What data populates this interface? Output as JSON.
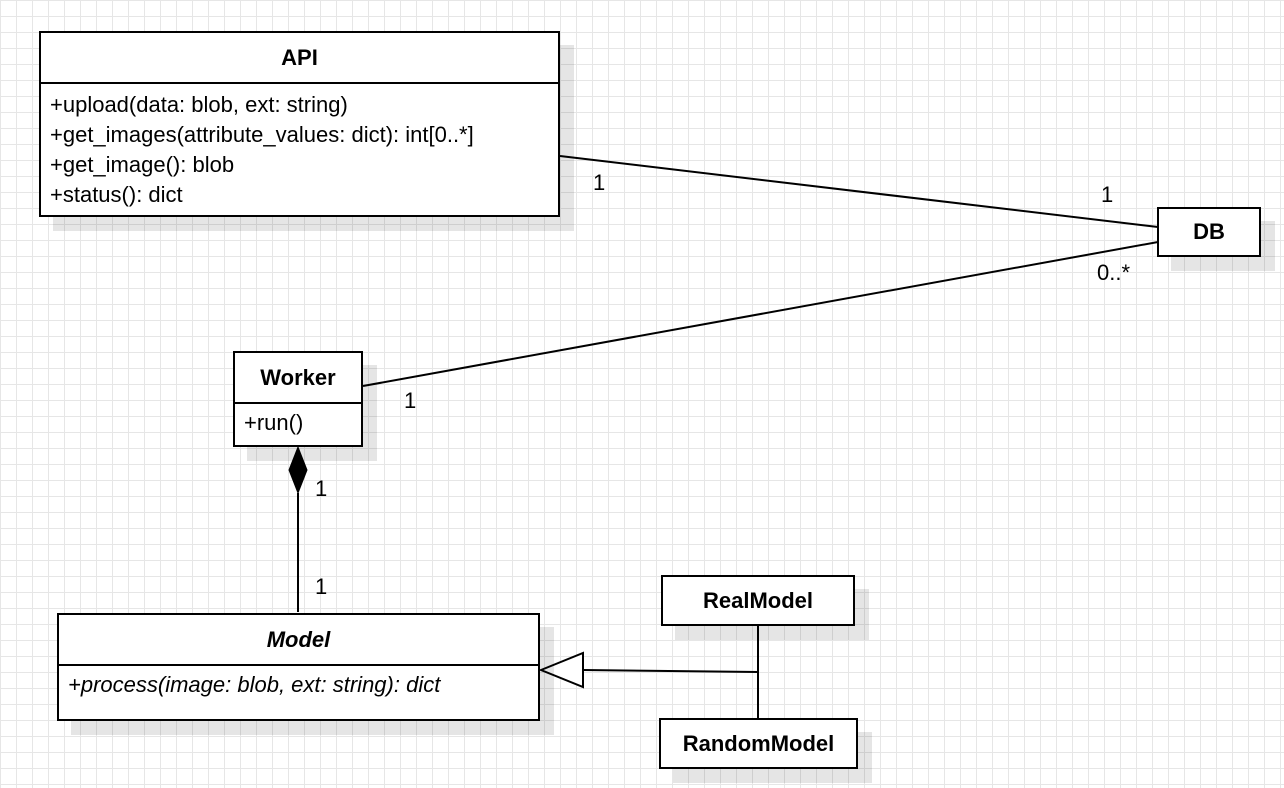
{
  "diagram": {
    "classes": {
      "api": {
        "name": "API",
        "operations": [
          "+upload(data: blob, ext: string)",
          "+get_images(attribute_values: dict): int[0..*]",
          "+get_image(): blob",
          "+status(): dict"
        ]
      },
      "db": {
        "name": "DB"
      },
      "worker": {
        "name": "Worker",
        "operations": [
          "+run()"
        ]
      },
      "model": {
        "name": "Model",
        "abstract": true,
        "operations": [
          "+process(image: blob, ext: string): dict"
        ]
      },
      "realmodel": {
        "name": "RealModel"
      },
      "randommodel": {
        "name": "RandomModel"
      }
    },
    "relations": [
      {
        "kind": "association",
        "from": "API",
        "to": "DB",
        "from_multiplicity": "1",
        "to_multiplicity": "1"
      },
      {
        "kind": "association",
        "from": "Worker",
        "to": "DB",
        "from_multiplicity": "1",
        "to_multiplicity": "0..*"
      },
      {
        "kind": "composition",
        "whole": "Worker",
        "part": "Model",
        "whole_multiplicity": "1",
        "part_multiplicity": "1"
      },
      {
        "kind": "generalization",
        "parent": "Model",
        "children": [
          "RealModel",
          "RandomModel"
        ]
      }
    ]
  }
}
